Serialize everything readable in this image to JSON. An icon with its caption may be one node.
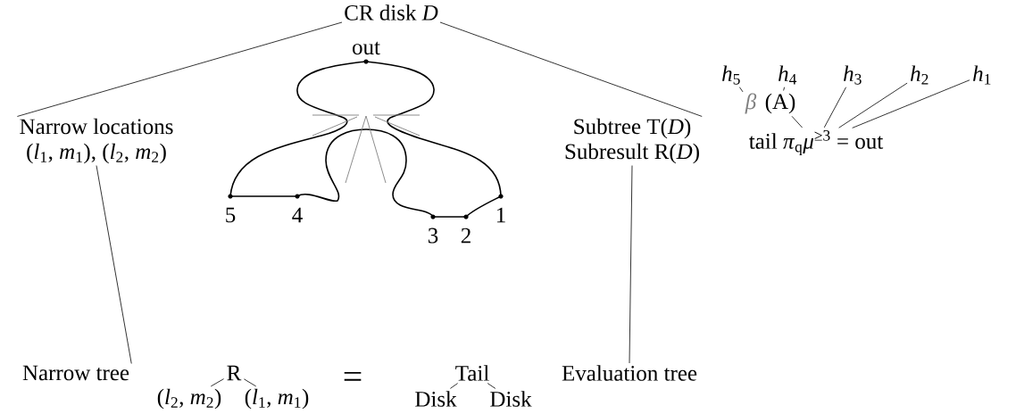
{
  "diagram": {
    "nodes": [
      {
        "text": [
          "CR disk *D*"
        ]
      },
      {
        "text": [
          "Narrow locations",
          "(*l*$_{1}$, *m*$_{1}$), (*l*$_{2}$, *m*$_{2}$)"
        ]
      },
      {
        "text": [
          "Subtree T(*D*)",
          "Subresult R(*D*)"
        ]
      },
      {
        "text": [
          "Narrow tree"
        ]
      },
      {
        "text": [
          "R"
        ]
      },
      {
        "text": [
          "(*l*$_{2}$, *m*$_{2}$)"
        ]
      },
      {
        "text": [
          "(*l*$_{1}$, *m*$_{1}$)"
        ]
      },
      {
        "text": [
          "Tail"
        ]
      },
      {
        "text": [
          "Disk"
        ]
      },
      {
        "text": [
          "Disk"
        ]
      },
      {
        "text": [
          "Evaluation tree"
        ]
      },
      {
        "text": [
          "*h*$_{5}$"
        ]
      },
      {
        "text": [
          "*h*$_{4}$"
        ]
      },
      {
        "text": [
          "*h*$_{3}$"
        ]
      },
      {
        "text": [
          "*h*$_{2}$"
        ]
      },
      {
        "text": [
          "*h*$_{1}$"
        ]
      },
      {
        "text": [
          "*β*"
        ]
      },
      {
        "text": [
          "(A)"
        ]
      },
      {
        "text": [
          "tail *π*$_{q}$*μ*$^{≥3}$ = out"
        ]
      }
    ],
    "edges": [
      {
        "from": 0,
        "to": 1,
        "arrow": "none"
      },
      {
        "from": 0,
        "to": 2,
        "arrow": "none"
      },
      {
        "from": 1,
        "to": 3,
        "arrow": "none"
      },
      {
        "from": 2,
        "to": 10,
        "arrow": "none"
      },
      {
        "from": 4,
        "to": 5,
        "arrow": "none"
      },
      {
        "from": 4,
        "to": 6,
        "arrow": "none"
      },
      {
        "from": 7,
        "to": 8,
        "arrow": "none"
      },
      {
        "from": 7,
        "to": 9,
        "arrow": "none"
      },
      {
        "from": 11,
        "to": 16,
        "arrow": "none"
      },
      {
        "from": 12,
        "to": 17,
        "arrow": "none"
      },
      {
        "from": 17,
        "to": 18,
        "arrow": "none"
      },
      {
        "from": 13,
        "to": 18,
        "arrow": "none"
      },
      {
        "from": 14,
        "to": 18,
        "arrow": "none"
      },
      {
        "from": 15,
        "to": 18,
        "arrow": "none"
      }
    ],
    "labels": [
      "out",
      "5",
      "4",
      "3",
      "2",
      "1",
      "="
    ]
  }
}
